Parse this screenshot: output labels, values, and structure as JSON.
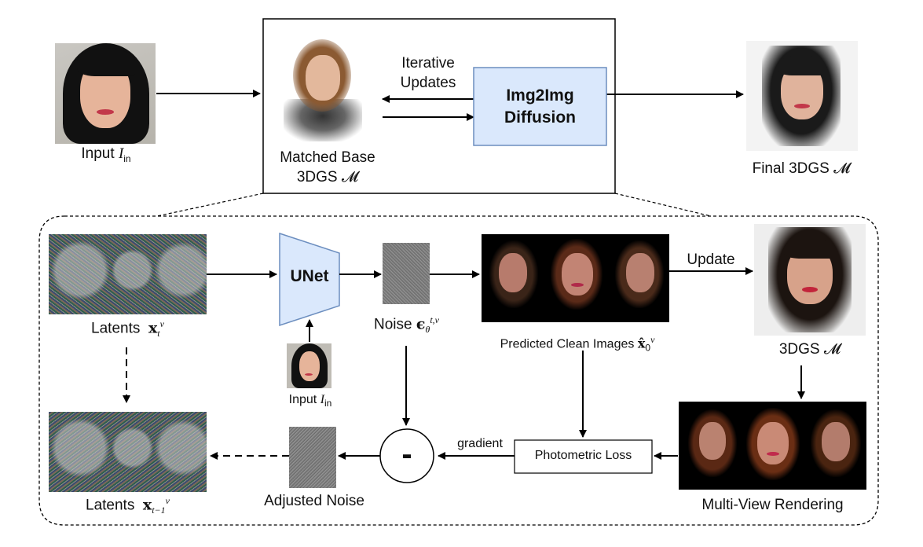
{
  "top": {
    "input_label": "Input",
    "input_symbol": "I",
    "input_sub": "in",
    "arrow_top_label_1": "Iterative",
    "arrow_top_label_2": "Updates",
    "diffusion_label_1": "Img2Img",
    "diffusion_label_2": "Diffusion",
    "matched_label_1": "Matched Base",
    "matched_label_2": "3DGS",
    "matched_symbol": "𝓜",
    "final_label": "Final 3DGS",
    "final_symbol": "𝓜"
  },
  "bottom": {
    "latents_t_label": "Latents",
    "latents_t_symbol": "x",
    "latents_t_sub": "t",
    "latents_t_sup": "v",
    "unet_label": "UNet",
    "input_label": "Input",
    "input_symbol": "I",
    "input_sub": "in",
    "noise_label": "Noise",
    "noise_symbol": "ϵ",
    "noise_sub": "θ",
    "noise_sup": "t,v",
    "predicted_label": "Predicted Clean Images",
    "predicted_symbol": "x̂",
    "predicted_sub": "0",
    "predicted_sup": "v",
    "update_label": "Update",
    "gs_label": "3DGS",
    "gs_symbol": "𝓜",
    "minus_label": "-",
    "gradient_label": "gradient",
    "loss_label": "Photometric Loss",
    "adjusted_label": "Adjusted Noise",
    "latents_t1_label": "Latents",
    "latents_t1_symbol": "x",
    "latents_t1_sub": "t−1",
    "latents_t1_sup": "v",
    "multiview_label": "Multi-View Rendering"
  },
  "colors": {
    "diffusion_fill": "#dae8fc",
    "diffusion_border": "#6c8ebf",
    "unet_fill": "#dae8fc",
    "unet_border": "#6c8ebf",
    "render_bg": "#000000"
  }
}
